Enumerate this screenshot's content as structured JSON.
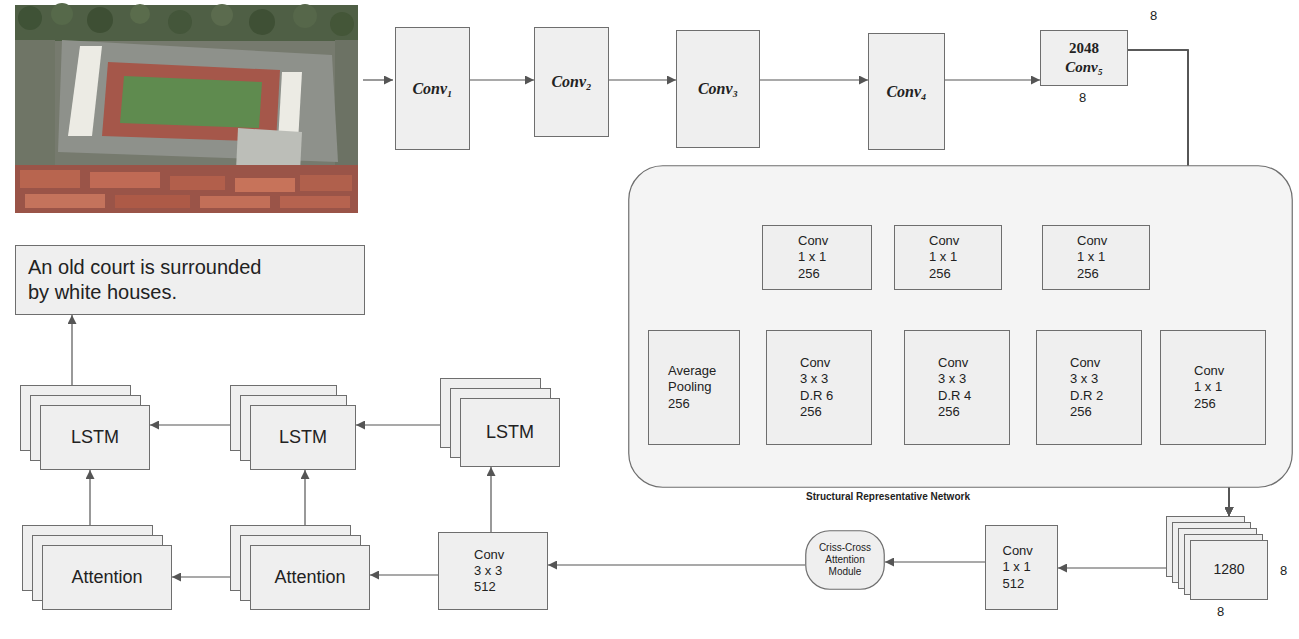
{
  "diagram": {
    "nodes": [
      {
        "text": [
          "Conv₁"
        ]
      },
      {
        "text": [
          "Conv₂"
        ]
      },
      {
        "text": [
          "Conv₃"
        ]
      },
      {
        "text": [
          "Conv₄"
        ]
      },
      {
        "text": [
          "2048",
          "Conv₅"
        ]
      },
      {
        "text": [
          "Structural Representative Network"
        ]
      },
      {
        "text": [
          "Conv 1 x 1 256"
        ],
        "in": 5
      },
      {
        "text": [
          "Conv 1 x 1 256"
        ],
        "in": 5
      },
      {
        "text": [
          "Conv 1 x 1 256"
        ],
        "in": 5
      },
      {
        "text": [
          "Average Pooling 256"
        ],
        "in": 5
      },
      {
        "text": [
          "Conv 3 x 3 D.R 6 256"
        ],
        "in": 5
      },
      {
        "text": [
          "Conv 3 x 3 D.R 4 256"
        ],
        "in": 5
      },
      {
        "text": [
          "Conv 3 x 3 D.R 2 256"
        ],
        "in": 5
      },
      {
        "text": [
          "Conv 1 x 1 256"
        ],
        "in": 5
      },
      {
        "text": [
          "1280"
        ]
      },
      {
        "text": [
          "Conv 1 x 1 512"
        ]
      },
      {
        "text": [
          "Criss-Cross Attention Module"
        ]
      },
      {
        "text": [
          "Conv 3 x 3 512"
        ]
      },
      {
        "text": [
          "LSTM"
        ]
      },
      {
        "text": [
          "Attention"
        ]
      },
      {
        "text": [
          "LSTM"
        ]
      },
      {
        "text": [
          "Attention"
        ]
      },
      {
        "text": [
          "LSTM"
        ]
      },
      {
        "text": [
          "An old court is surrounded by white houses."
        ]
      }
    ],
    "edges": [
      {
        "from": 0,
        "to": 1,
        "arrow": "to"
      },
      {
        "from": 1,
        "to": 2,
        "arrow": "to"
      },
      {
        "from": 2,
        "to": 3,
        "arrow": "to"
      },
      {
        "from": 3,
        "to": 4,
        "arrow": "to"
      },
      {
        "from": 4,
        "to": 9,
        "arrow": "to"
      },
      {
        "from": 4,
        "to": 6,
        "arrow": "to"
      },
      {
        "from": 4,
        "to": 7,
        "arrow": "to"
      },
      {
        "from": 4,
        "to": 8,
        "arrow": "to"
      },
      {
        "from": 4,
        "to": 13,
        "arrow": "to"
      },
      {
        "from": 6,
        "to": 10,
        "arrow": "to"
      },
      {
        "from": 7,
        "to": 11,
        "arrow": "to"
      },
      {
        "from": 8,
        "to": 12,
        "arrow": "to"
      },
      {
        "from": 9,
        "to": 14,
        "arrow": "to"
      },
      {
        "from": 10,
        "to": 14,
        "arrow": "to"
      },
      {
        "from": 11,
        "to": 14,
        "arrow": "to"
      },
      {
        "from": 12,
        "to": 14,
        "arrow": "to"
      },
      {
        "from": 13,
        "to": 14,
        "arrow": "to"
      },
      {
        "from": 14,
        "to": 15,
        "arrow": "to"
      },
      {
        "from": 15,
        "to": 16,
        "arrow": "to"
      },
      {
        "from": 16,
        "to": 17,
        "arrow": "to"
      },
      {
        "from": 17,
        "to": 18,
        "arrow": "to"
      },
      {
        "from": 17,
        "to": 19,
        "arrow": "to"
      },
      {
        "from": 18,
        "to": 20,
        "arrow": "to"
      },
      {
        "from": 19,
        "to": 20,
        "arrow": "to"
      },
      {
        "from": 19,
        "to": 21,
        "arrow": "to"
      },
      {
        "from": 20,
        "to": 22,
        "arrow": "to"
      },
      {
        "from": 21,
        "to": 22,
        "arrow": "to"
      },
      {
        "from": 22,
        "to": 23,
        "arrow": "to"
      }
    ],
    "labels": [
      "8",
      "8",
      "8",
      "8"
    ]
  }
}
